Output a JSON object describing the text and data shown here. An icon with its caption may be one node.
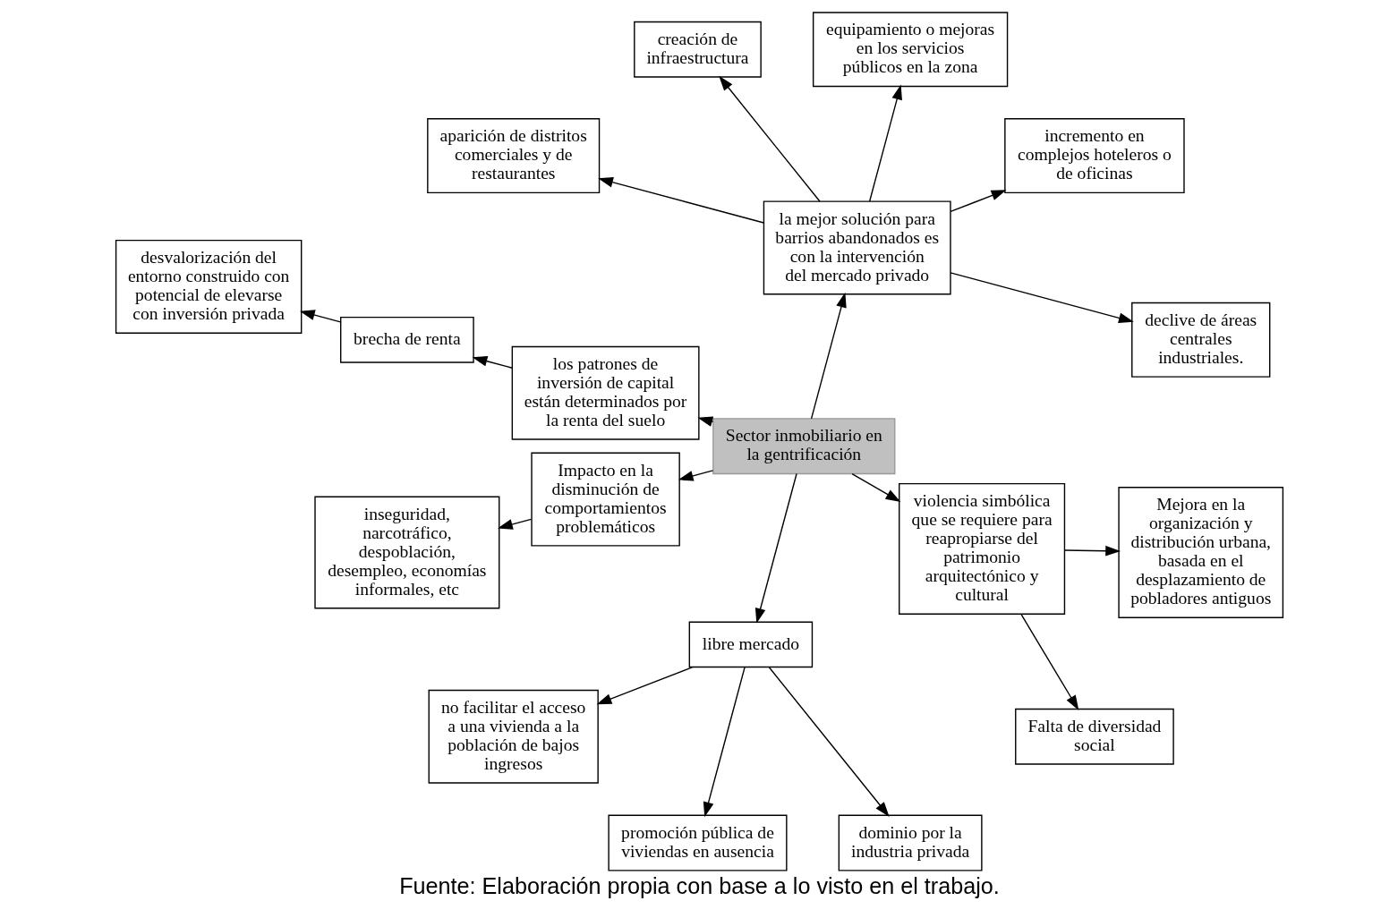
{
  "diagram": {
    "caption": "Fuente: Elaboración propia con base a lo visto en el trabajo.",
    "nodes": [
      {
        "text": [
          "Sector inmobiliario en la gentrificación"
        ]
      },
      {
        "text": [
          "la mejor solución para barrios abandonados es con la intervención del mercado privado"
        ]
      },
      {
        "text": [
          "declive de áreas centrales industriales."
        ]
      },
      {
        "text": [
          "incremento en complejos hoteleros o de oficinas"
        ]
      },
      {
        "text": [
          "equipamiento o mejoras en los servicios públicos en la zona"
        ]
      },
      {
        "text": [
          "creación de infraestructura"
        ]
      },
      {
        "text": [
          "aparición de distritos comerciales y de restaurantes"
        ]
      },
      {
        "text": [
          "los patrones de inversión de capital están determinados por la renta del suelo"
        ]
      },
      {
        "text": [
          "brecha de renta"
        ]
      },
      {
        "text": [
          "desvalorización del entorno construido con potencial de elevarse con inversión privada"
        ]
      },
      {
        "text": [
          "Impacto en la disminución de comportamientos problemáticos"
        ]
      },
      {
        "text": [
          "inseguridad, narcotráfico, despoblación, desempleo, economías informales, etc"
        ]
      },
      {
        "text": [
          "libre mercado"
        ]
      },
      {
        "text": [
          "no facilitar el acceso a una vivienda a la población de bajos ingresos"
        ]
      },
      {
        "text": [
          "promoción pública de viviendas en ausencia"
        ]
      },
      {
        "text": [
          "dominio por la industria privada"
        ]
      },
      {
        "text": [
          "violencia simbólica que se requiere para reapropiarse del patrimonio arquitectónico y cultural"
        ]
      },
      {
        "text": [
          "Falta de diversidad social"
        ]
      },
      {
        "text": [
          "Mejora en la organización y distribución urbana, basada en el desplazamiento de pobladores antiguos"
        ]
      }
    ],
    "edges": [
      {
        "from": 0,
        "to": 1,
        "arrow": "to"
      },
      {
        "from": 1,
        "to": 2,
        "arrow": "to"
      },
      {
        "from": 1,
        "to": 3,
        "arrow": "to"
      },
      {
        "from": 1,
        "to": 4,
        "arrow": "to"
      },
      {
        "from": 1,
        "to": 5,
        "arrow": "to"
      },
      {
        "from": 1,
        "to": 6,
        "arrow": "to"
      },
      {
        "from": 0,
        "to": 7,
        "arrow": "to"
      },
      {
        "from": 7,
        "to": 8,
        "arrow": "to"
      },
      {
        "from": 8,
        "to": 9,
        "arrow": "to"
      },
      {
        "from": 0,
        "to": 10,
        "arrow": "to"
      },
      {
        "from": 10,
        "to": 11,
        "arrow": "to"
      },
      {
        "from": 0,
        "to": 12,
        "arrow": "to"
      },
      {
        "from": 12,
        "to": 13,
        "arrow": "to"
      },
      {
        "from": 12,
        "to": 14,
        "arrow": "to"
      },
      {
        "from": 12,
        "to": 15,
        "arrow": "to"
      },
      {
        "from": 0,
        "to": 16,
        "arrow": "to"
      },
      {
        "from": 16,
        "to": 17,
        "arrow": "to"
      },
      {
        "from": 16,
        "to": 18,
        "arrow": "to"
      }
    ]
  }
}
